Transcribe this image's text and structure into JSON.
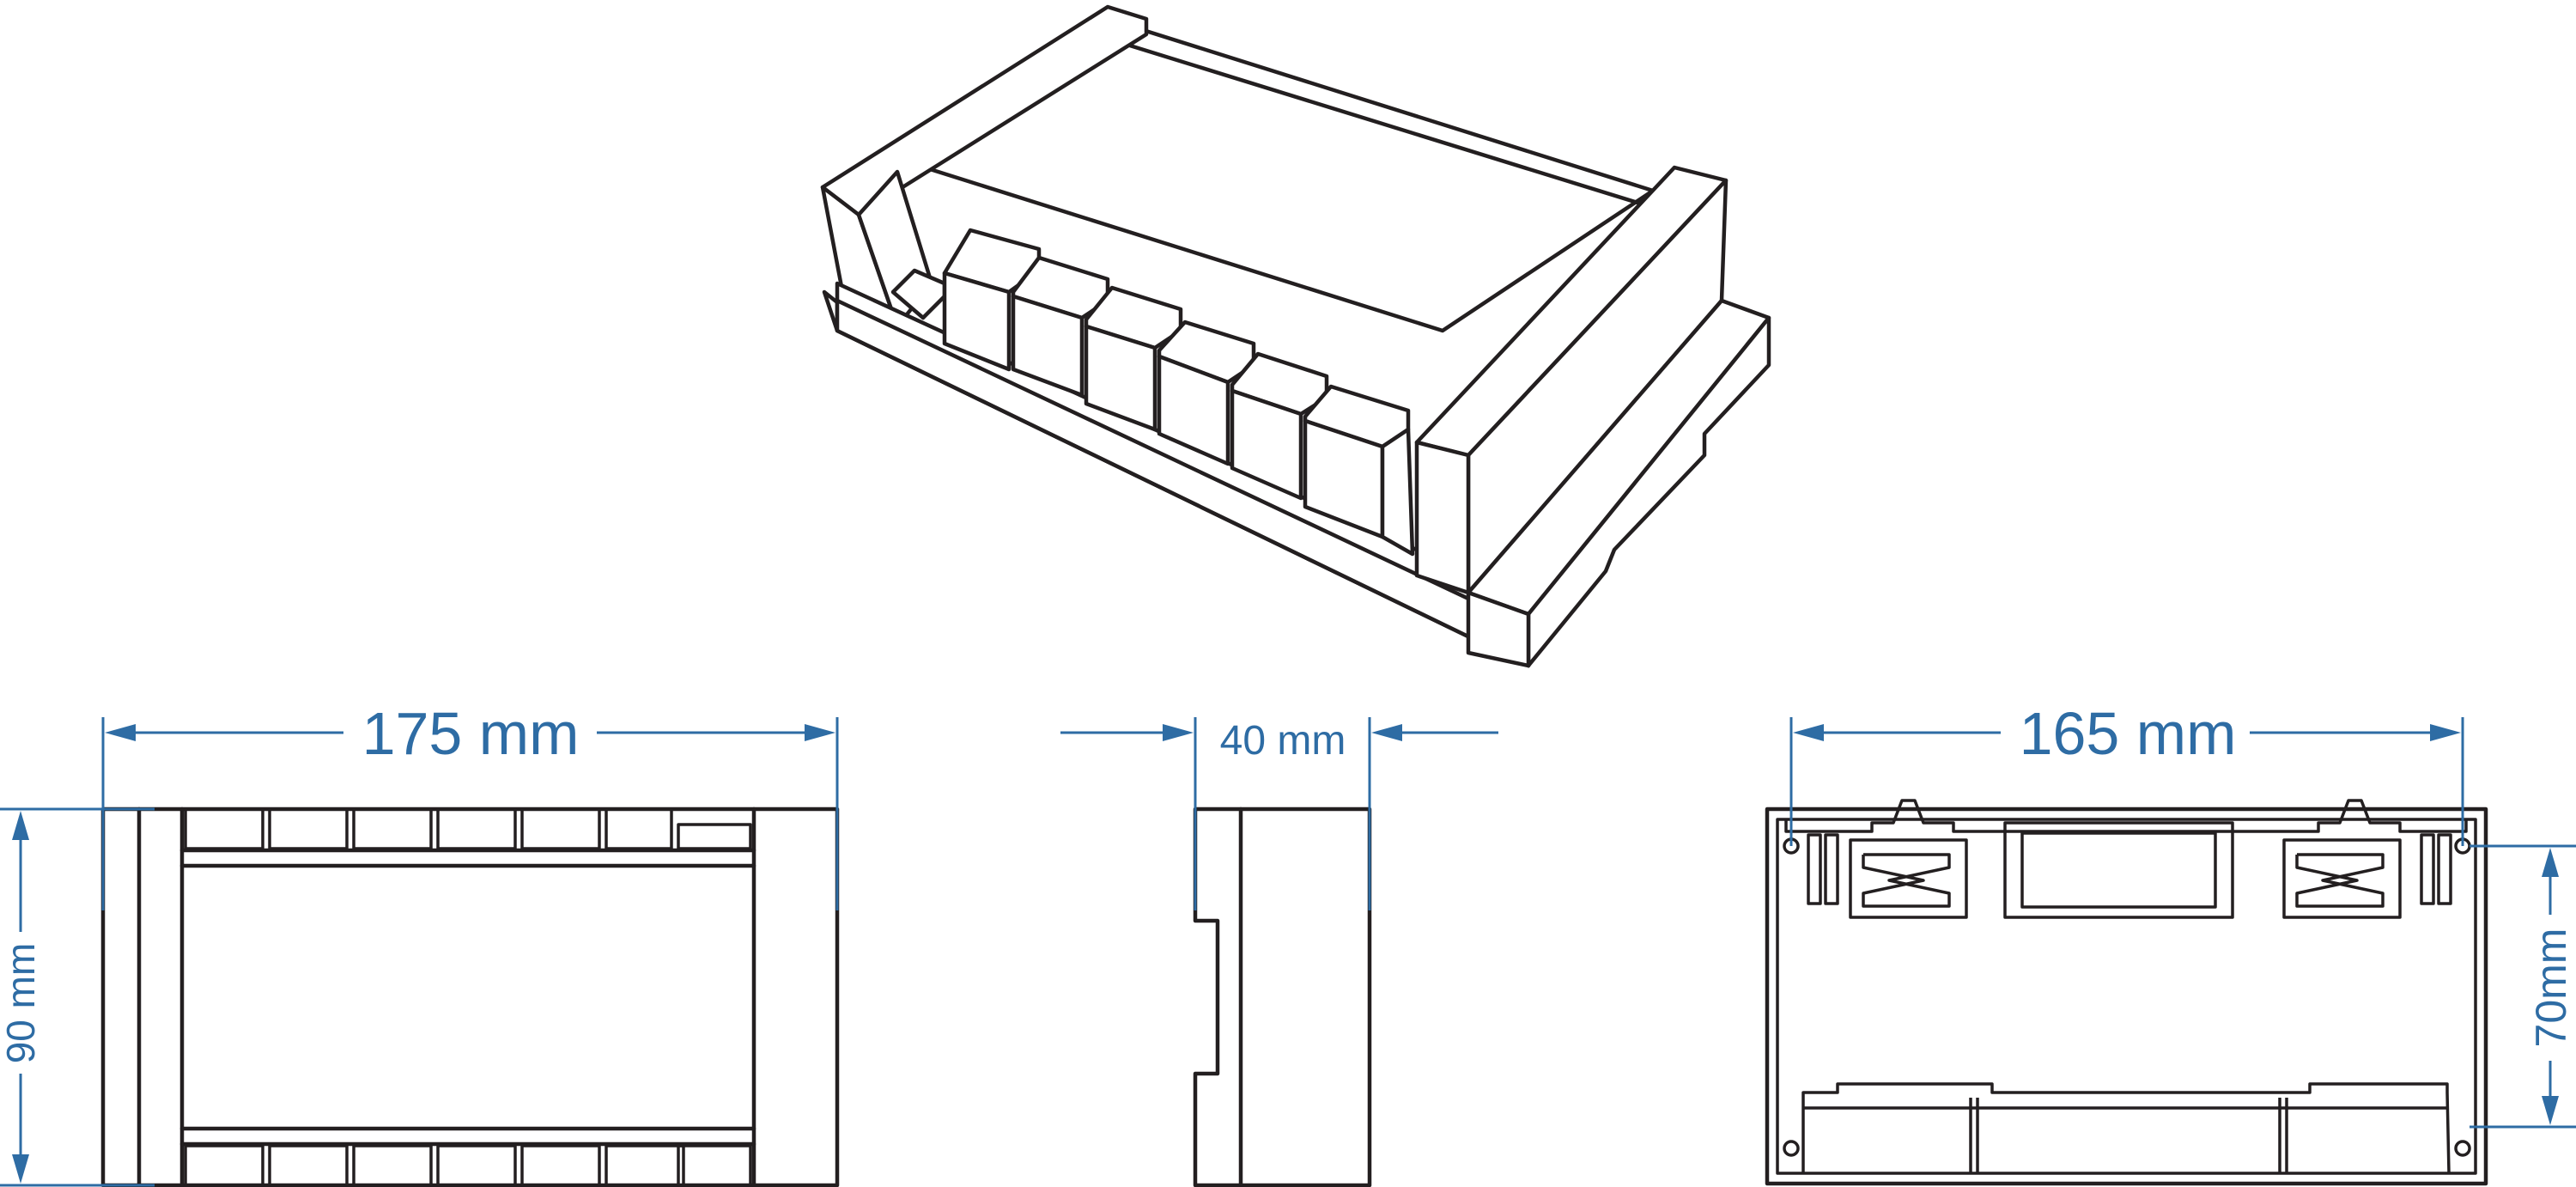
{
  "dimensions": {
    "front_width": "175 mm",
    "front_height": "90 mm",
    "side_depth": "40 mm",
    "back_width": "165 mm",
    "back_height": "70mm"
  },
  "colors": {
    "line": "#231f20",
    "dimension": "#2e6ca4",
    "background": "#ffffff"
  }
}
